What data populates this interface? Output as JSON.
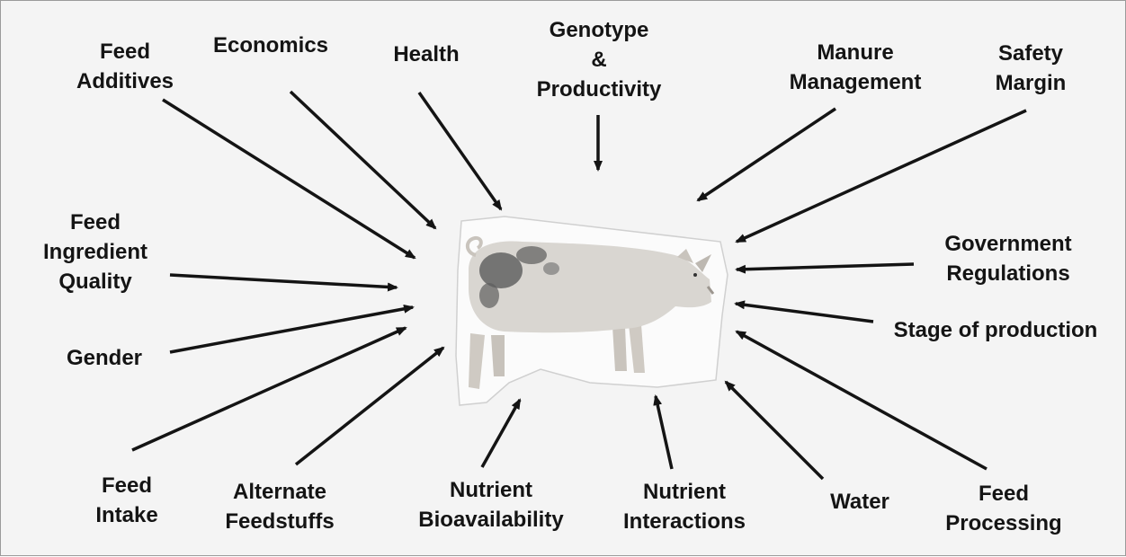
{
  "colors": {
    "background": "#f4f4f4",
    "ink": "#141414",
    "pig": "#d9d6d1",
    "spots": "#5e5e5e"
  },
  "image": {
    "subject": "pig-photo"
  },
  "factors": [
    {
      "id": "feed-additives",
      "label": "Feed\nAdditives"
    },
    {
      "id": "economics",
      "label": "Economics"
    },
    {
      "id": "health",
      "label": "Health"
    },
    {
      "id": "genotype-productivity",
      "label": "Genotype\n&\nProductivity"
    },
    {
      "id": "manure-management",
      "label": "Manure\nManagement"
    },
    {
      "id": "safety-margin",
      "label": "Safety\nMargin"
    },
    {
      "id": "feed-ingredient-quality",
      "label": "Feed\nIngredient\nQuality"
    },
    {
      "id": "government-regulations",
      "label": "Government\nRegulations"
    },
    {
      "id": "stage-of-production",
      "label": "Stage of production"
    },
    {
      "id": "gender",
      "label": "Gender"
    },
    {
      "id": "feed-intake",
      "label": "Feed\nIntake"
    },
    {
      "id": "alternate-feedstuffs",
      "label": "Alternate\nFeedstuffs"
    },
    {
      "id": "nutrient-bioavailability",
      "label": "Nutrient\nBioavailability"
    },
    {
      "id": "nutrient-interactions",
      "label": "Nutrient\nInteractions"
    },
    {
      "id": "water",
      "label": "Water"
    },
    {
      "id": "feed-processing",
      "label": "Feed\nProcessing"
    }
  ]
}
